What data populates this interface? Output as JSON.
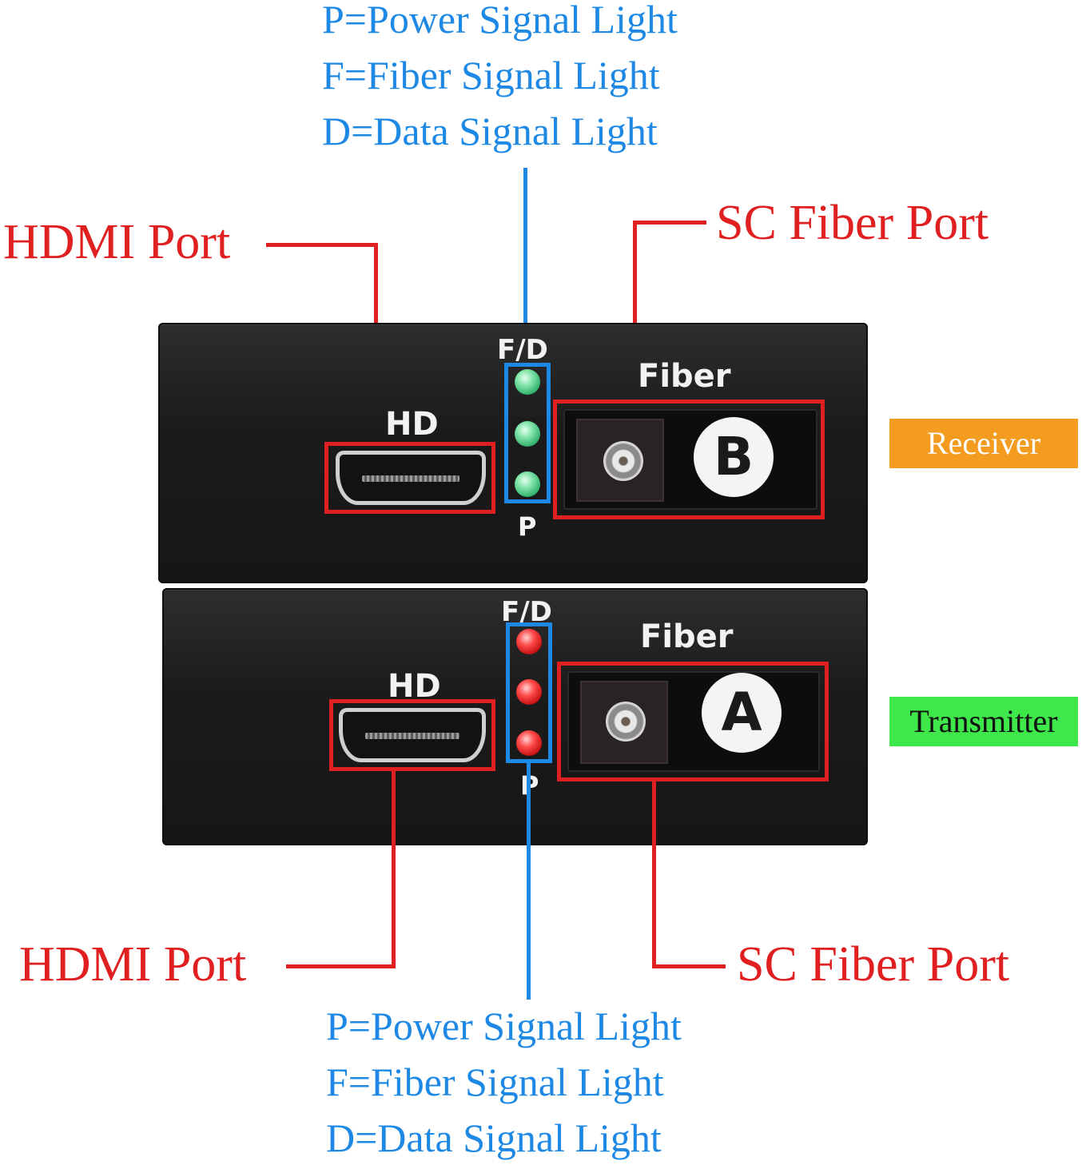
{
  "top_legend": {
    "line1": "P=Power Signal Light",
    "line2": "F=Fiber Signal Light",
    "line3": "D=Data Signal Light"
  },
  "bottom_legend": {
    "line1": "P=Power Signal Light",
    "line2": "F=Fiber Signal Light",
    "line3": "D=Data Signal Light"
  },
  "callouts": {
    "hdmi_top": "HDMI Port",
    "sc_top": "SC Fiber Port",
    "hdmi_bottom": "HDMI Port",
    "sc_bottom": "SC Fiber Port"
  },
  "receiver": {
    "tag": "Receiver",
    "tag_color": "#f39c1f",
    "hd_label": "HD",
    "fd_label": "F/D",
    "p_label": "P",
    "fiber_label": "Fiber",
    "badge": "B",
    "led_color": "green"
  },
  "transmitter": {
    "tag": "Transmitter",
    "tag_color": "#3fe84a",
    "hd_label": "HD",
    "fd_label": "F/D",
    "p_label": "P",
    "fiber_label": "Fiber",
    "badge": "A",
    "led_color": "red"
  },
  "colors": {
    "callout": "#e02020",
    "legend": "#1e88e5"
  }
}
